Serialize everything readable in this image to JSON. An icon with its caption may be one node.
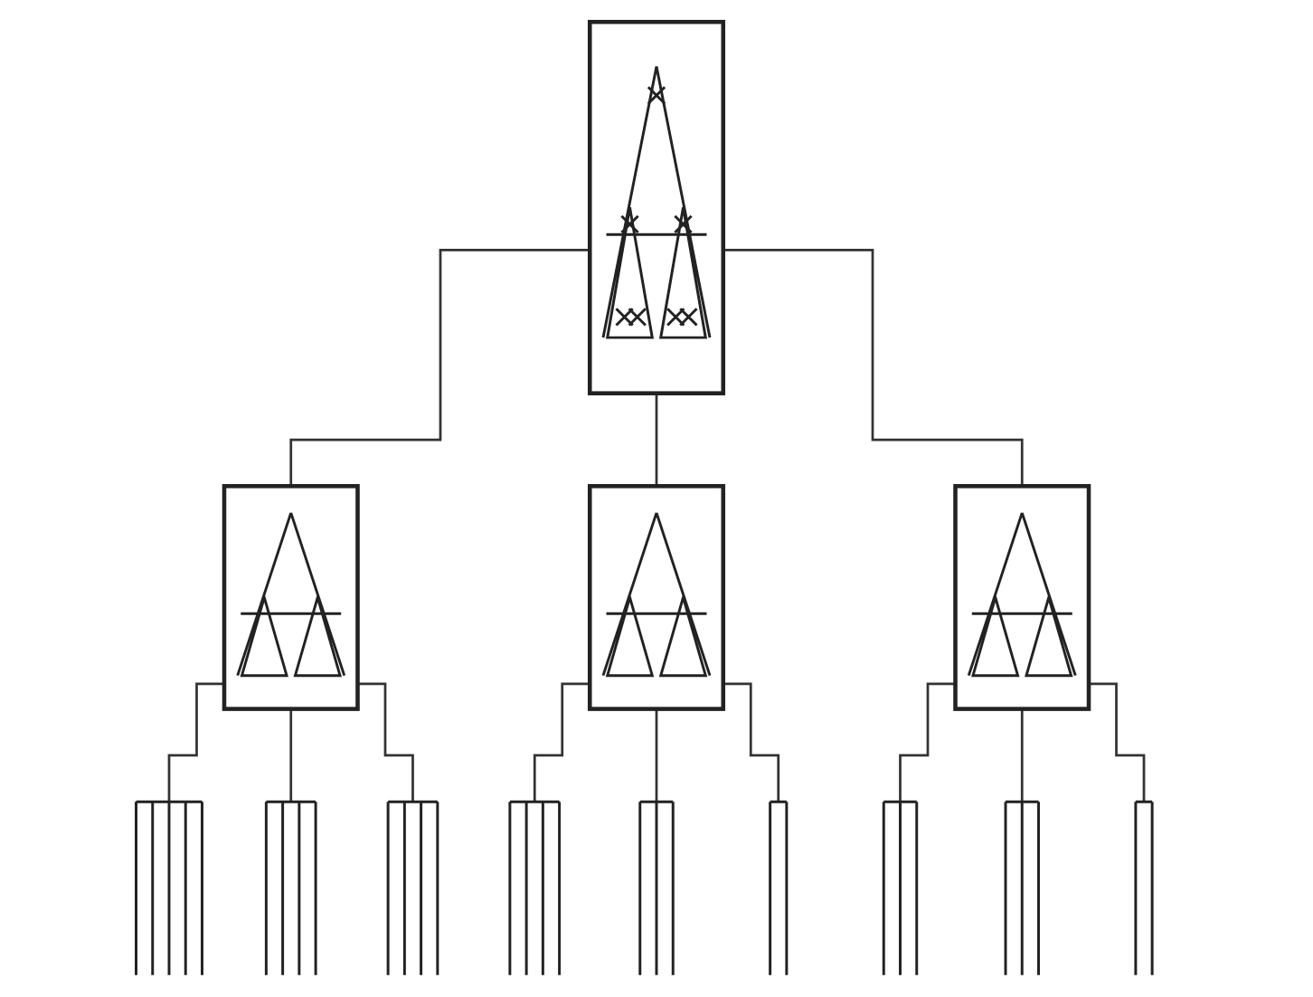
{
  "diagram": {
    "nodes": [
      {
        "text": [],
        "shape": "picture"
      },
      {
        "text": [],
        "shape": "picture"
      },
      {
        "text": [],
        "shape": "picture"
      },
      {
        "text": [],
        "shape": "picture"
      },
      {
        "text": [],
        "shape": "bar"
      },
      {
        "text": [],
        "shape": "bar"
      },
      {
        "text": [],
        "shape": "bar"
      },
      {
        "text": [],
        "shape": "bar"
      },
      {
        "text": [],
        "shape": "bar"
      },
      {
        "text": [],
        "shape": "bar"
      },
      {
        "text": [],
        "shape": "bar"
      },
      {
        "text": [],
        "shape": "bar"
      },
      {
        "text": [],
        "shape": "bar"
      }
    ],
    "edges": [
      {
        "from": 0,
        "to": 1,
        "arrow": "none"
      },
      {
        "from": 0,
        "to": 2,
        "arrow": "none"
      },
      {
        "from": 0,
        "to": 3,
        "arrow": "none"
      },
      {
        "from": 1,
        "to": 4,
        "arrow": "none"
      },
      {
        "from": 1,
        "to": 5,
        "arrow": "none"
      },
      {
        "from": 1,
        "to": 6,
        "arrow": "none"
      },
      {
        "from": 2,
        "to": 7,
        "arrow": "none"
      },
      {
        "from": 2,
        "to": 8,
        "arrow": "none"
      },
      {
        "from": 2,
        "to": 9,
        "arrow": "none"
      },
      {
        "from": 3,
        "to": 10,
        "arrow": "none"
      },
      {
        "from": 3,
        "to": 11,
        "arrow": "none"
      },
      {
        "from": 3,
        "to": 12,
        "arrow": "none"
      }
    ]
  }
}
